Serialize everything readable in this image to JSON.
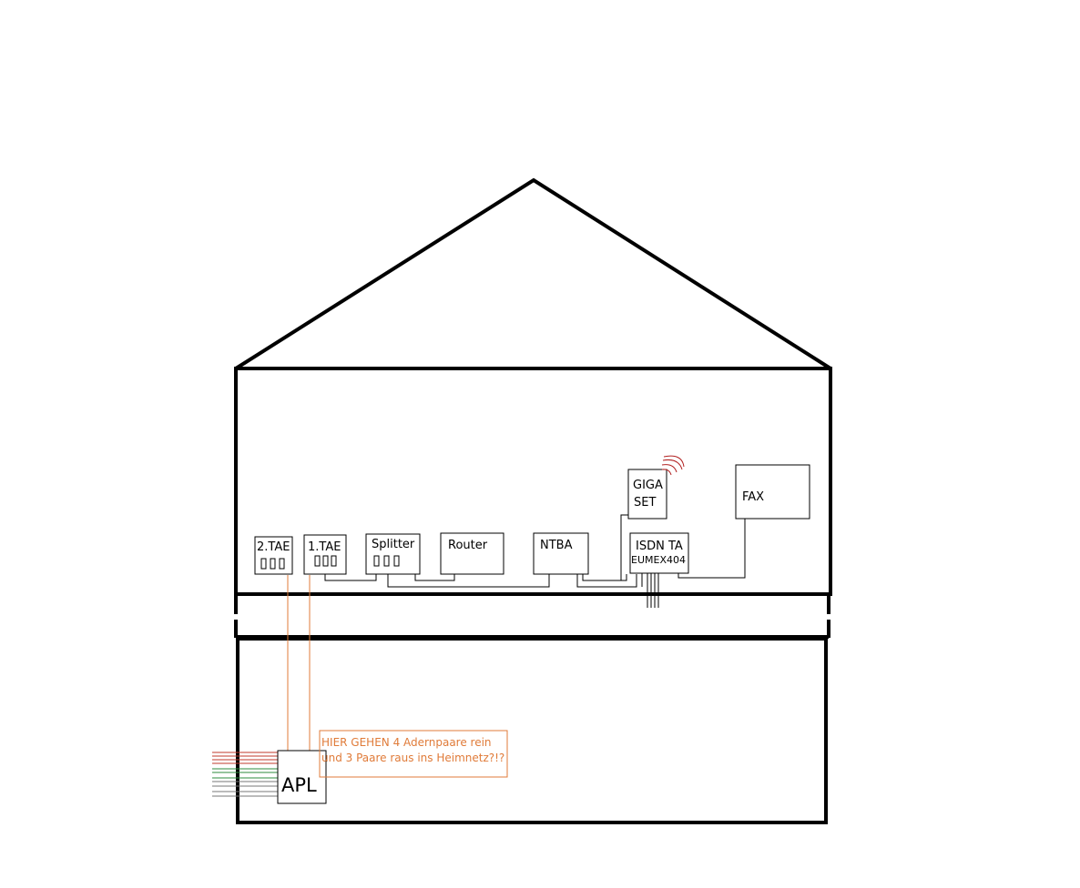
{
  "devices": {
    "tae2": "2.TAE",
    "tae1": "1.TAE",
    "splitter": "Splitter",
    "router": "Router",
    "ntba": "NTBA",
    "isdn_ta_line1": "ISDN TA",
    "isdn_ta_line2": "EUMEX404",
    "gigaset_line1": "GIGA",
    "gigaset_line2": "SET",
    "fax": "FAX",
    "apl": "APL"
  },
  "annotation": {
    "line1": "HIER GEHEN 4 Adernpaare rein",
    "line2": "und 3 Paare raus ins Heimnetz?!?"
  },
  "colors": {
    "wall": "#000000",
    "annotation": "#e07b39",
    "wire_red": "#c0392b",
    "wire_green": "#2e8b3d",
    "wire_grey": "#777777",
    "radio_waves": "#b22222"
  }
}
